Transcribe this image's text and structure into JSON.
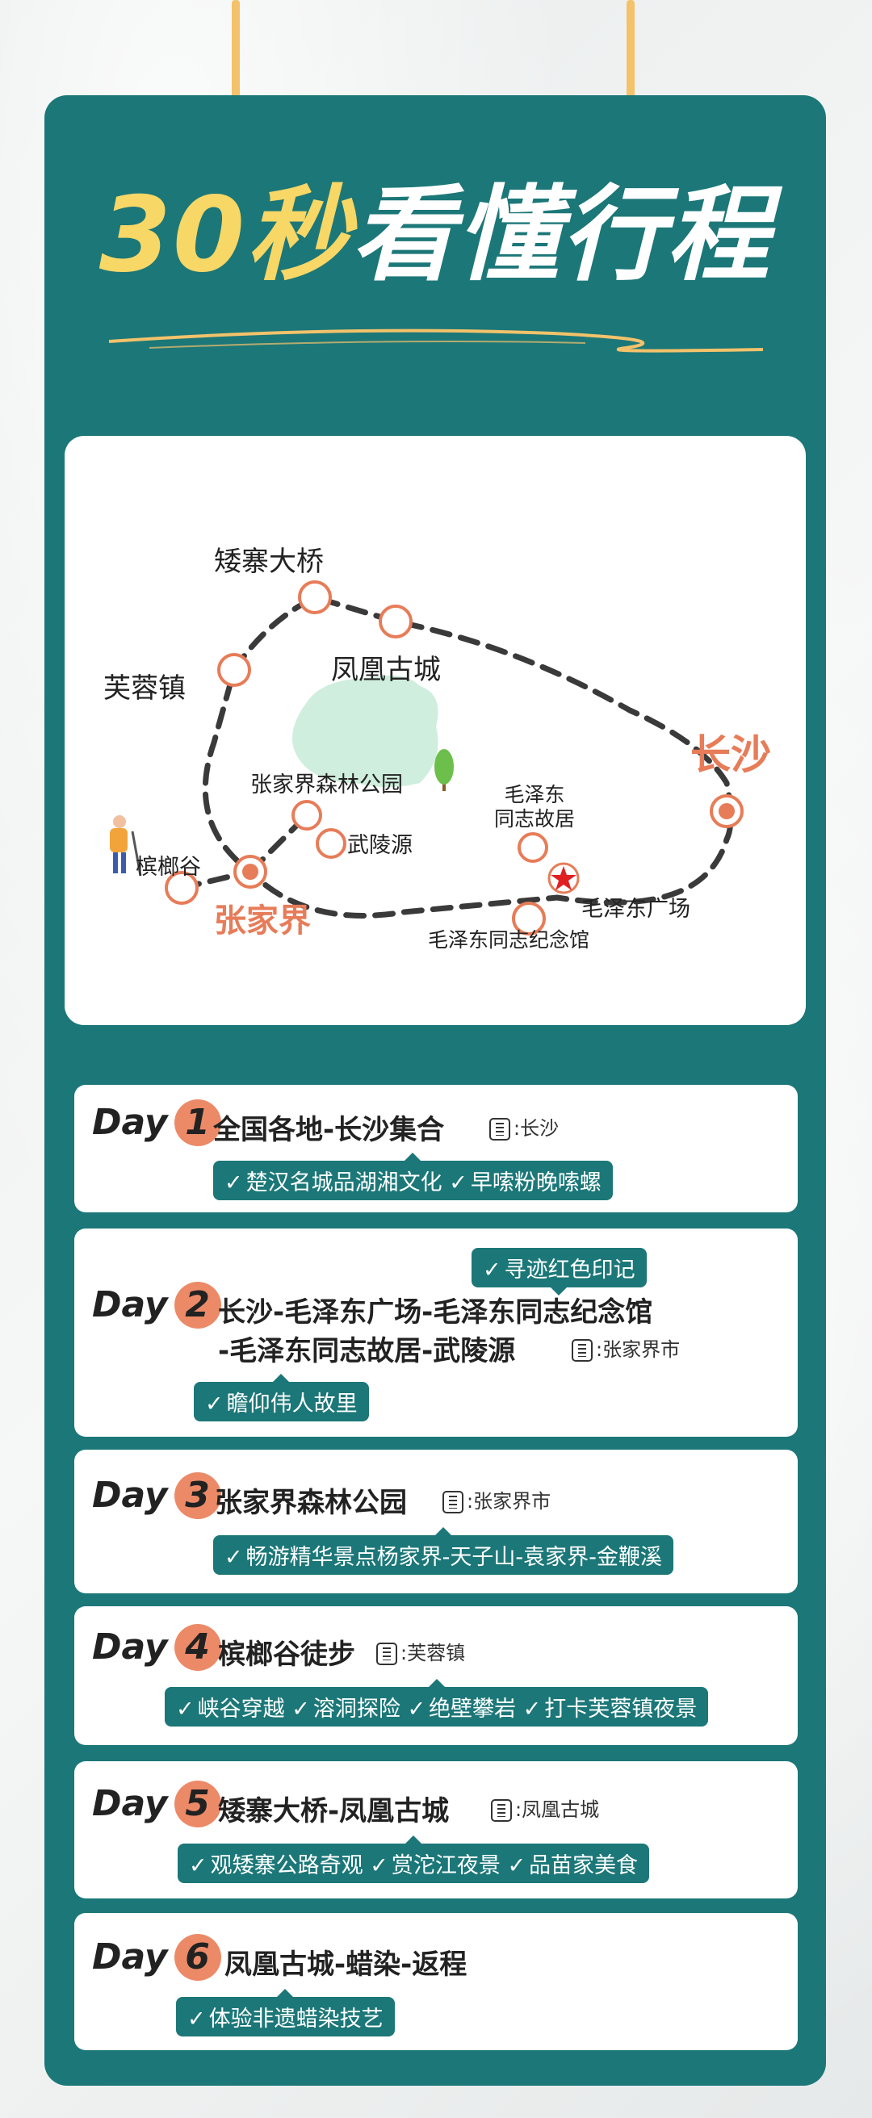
{
  "title": {
    "highlight": "30秒",
    "rest": "看懂行程"
  },
  "map": {
    "labels": {
      "aizhai": "矮寨大桥",
      "fenghuang": "凤凰古城",
      "furong": "芙蓉镇",
      "forest": "张家界森林公园",
      "wulingyuan": "武陵源",
      "binlang": "槟榔谷",
      "zhangjiajie": "张家界",
      "changsha": "长沙",
      "mao_residence_line1": "毛泽东",
      "mao_residence_line2": "同志故居",
      "mao_square": "毛泽东广场",
      "mao_memorial": "毛泽东同志纪念馆"
    },
    "colors": {
      "accent": "#e77c58",
      "route": "#3a3a3a",
      "park": "#cfeedd",
      "star": "#e02020"
    }
  },
  "days": [
    {
      "day_word": "Day",
      "num": "1",
      "route": "全国各地-长沙集合",
      "stay": ":长沙",
      "tags": [
        "楚汉名城品湖湘文化",
        "早嗦粉晚嗦螺"
      ]
    },
    {
      "day_word": "Day",
      "num": "2",
      "route_line1": "长沙-毛泽东广场-毛泽东同志纪念馆",
      "route_line2": "-毛泽东同志故居-武陵源",
      "stay": ":张家界市",
      "tag_top": "寻迹红色印记",
      "tags": [
        "瞻仰伟人故里"
      ]
    },
    {
      "day_word": "Day",
      "num": "3",
      "route": "张家界森林公园",
      "stay": ":张家界市",
      "tags": [
        "畅游精华景点杨家界-天子山-袁家界-金鞭溪"
      ]
    },
    {
      "day_word": "Day",
      "num": "4",
      "route": "槟榔谷徒步",
      "stay": ":芙蓉镇",
      "tags": [
        "峡谷穿越",
        "溶洞探险",
        "绝壁攀岩",
        "打卡芙蓉镇夜景"
      ]
    },
    {
      "day_word": "Day",
      "num": "5",
      "route": "矮寨大桥-凤凰古城",
      "stay": ":凤凰古城",
      "tags": [
        "观矮寨公路奇观",
        "赏沱江夜景",
        "品苗家美食"
      ]
    },
    {
      "day_word": "Day",
      "num": "6",
      "route": "凤凰古城-蜡染-返程",
      "tags": [
        "体验非遗蜡染技艺"
      ]
    }
  ]
}
